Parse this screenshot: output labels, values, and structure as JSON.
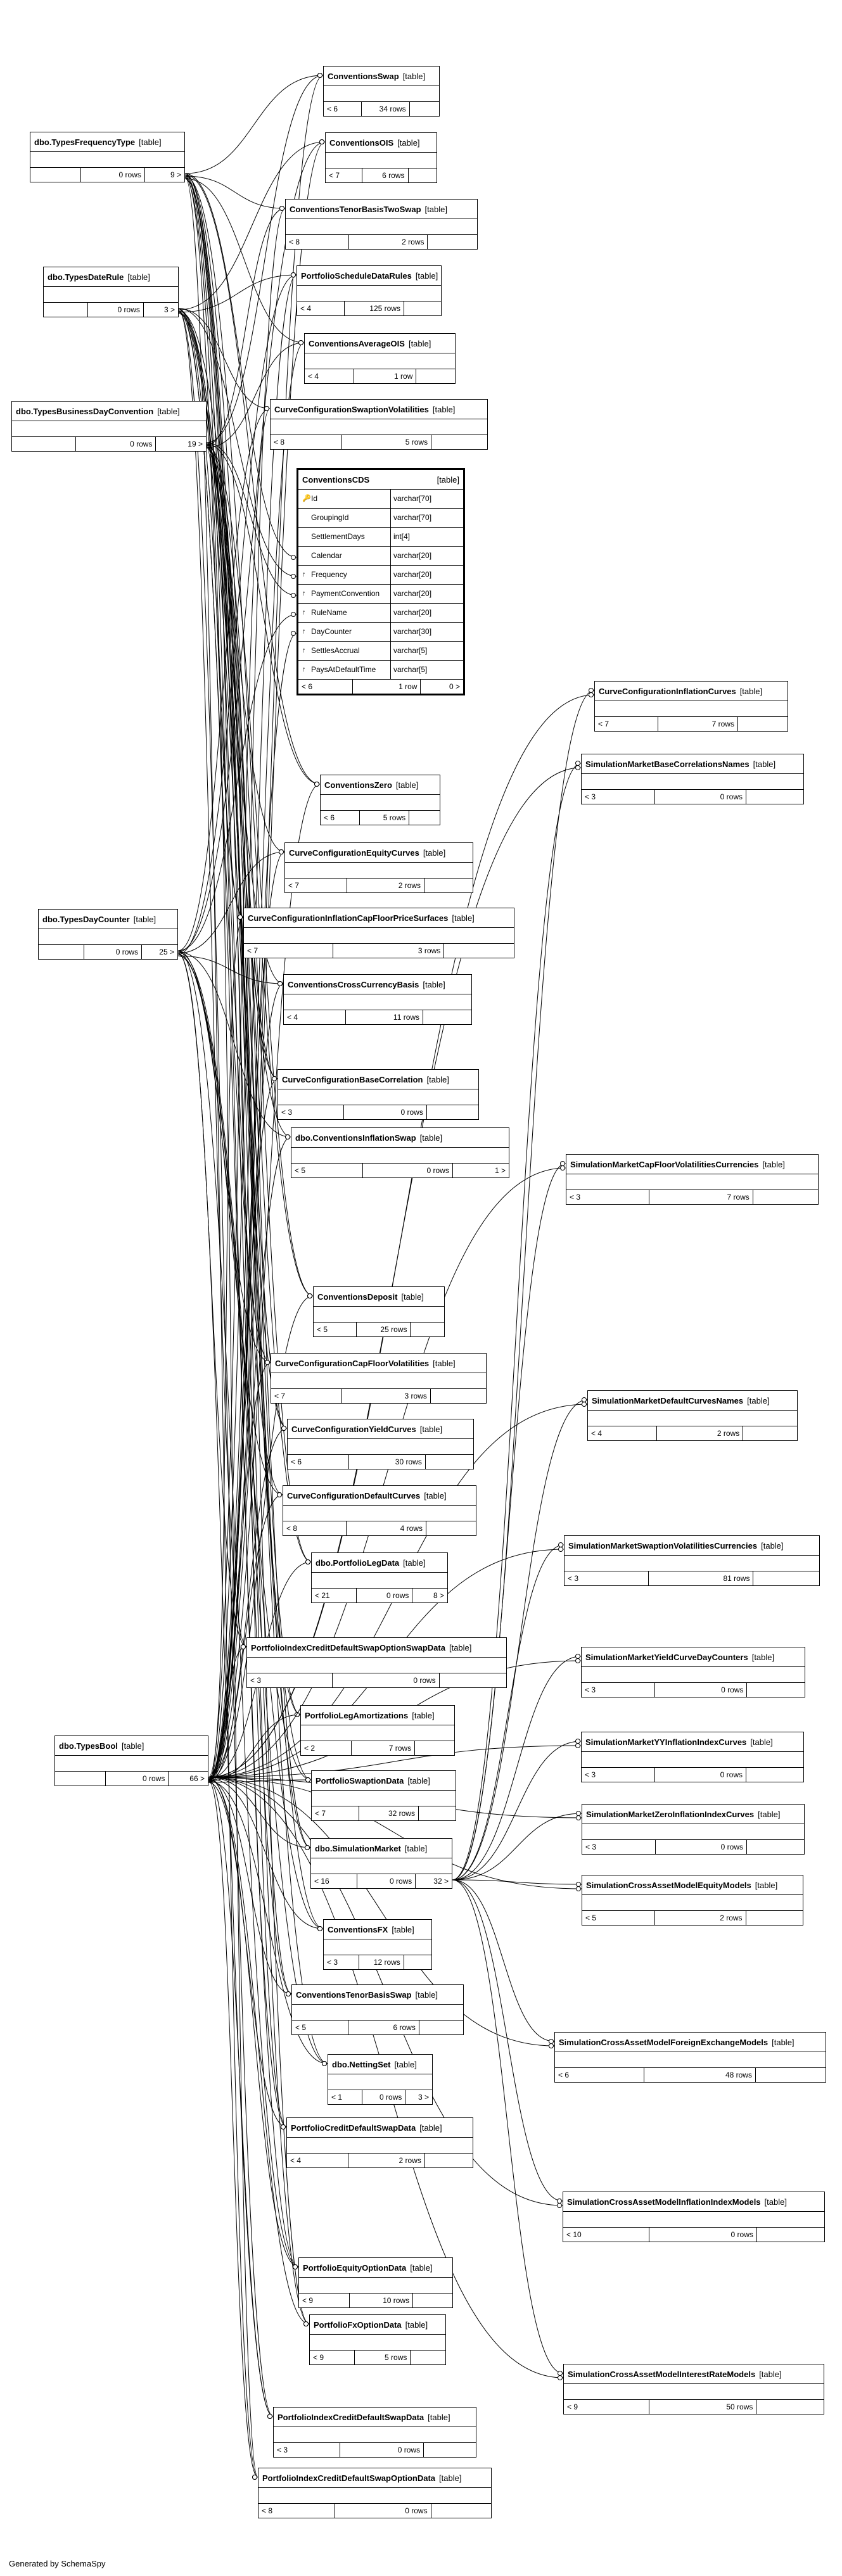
{
  "footer": "Generated by SchemaSpy",
  "tables": [
    {
      "name": "ConventionsSwap",
      "tag": "[table]",
      "foot": [
        "< 6",
        "34 rows",
        ""
      ]
    },
    {
      "name": "dbo.TypesFrequencyType",
      "tag": "[table]",
      "foot": [
        "",
        "0 rows",
        "9 >"
      ]
    },
    {
      "name": "ConventionsOIS",
      "tag": "[table]",
      "foot": [
        "< 7",
        "6 rows",
        ""
      ]
    },
    {
      "name": "ConventionsTenorBasisTwoSwap",
      "tag": "[table]",
      "foot": [
        "< 8",
        "2 rows",
        ""
      ]
    },
    {
      "name": "dbo.TypesDateRule",
      "tag": "[table]",
      "foot": [
        "",
        "0 rows",
        "3 >"
      ]
    },
    {
      "name": "PortfolioScheduleDataRules",
      "tag": "[table]",
      "foot": [
        "< 4",
        "125 rows",
        ""
      ]
    },
    {
      "name": "ConventionsAverageOIS",
      "tag": "[table]",
      "foot": [
        "< 4",
        "1 row",
        ""
      ]
    },
    {
      "name": "dbo.TypesBusinessDayConvention",
      "tag": "[table]",
      "foot": [
        "",
        "0 rows",
        "19 >"
      ]
    },
    {
      "name": "CurveConfigurationSwaptionVolatilities",
      "tag": "[table]",
      "foot": [
        "< 8",
        "5 rows",
        ""
      ]
    },
    {
      "name": "CurveConfigurationInflationCurves",
      "tag": "[table]",
      "foot": [
        "< 7",
        "7 rows",
        ""
      ]
    },
    {
      "name": "SimulationMarketBaseCorrelationsNames",
      "tag": "[table]",
      "foot": [
        "< 3",
        "0 rows",
        ""
      ]
    },
    {
      "name": "ConventionsZero",
      "tag": "[table]",
      "foot": [
        "< 6",
        "5 rows",
        ""
      ]
    },
    {
      "name": "CurveConfigurationEquityCurves",
      "tag": "[table]",
      "foot": [
        "< 7",
        "2 rows",
        ""
      ]
    },
    {
      "name": "dbo.TypesDayCounter",
      "tag": "[table]",
      "foot": [
        "",
        "0 rows",
        "25 >"
      ]
    },
    {
      "name": "CurveConfigurationInflationCapFloorPriceSurfaces",
      "tag": "[table]",
      "foot": [
        "< 7",
        "3 rows",
        ""
      ]
    },
    {
      "name": "ConventionsCrossCurrencyBasis",
      "tag": "[table]",
      "foot": [
        "< 4",
        "11 rows",
        ""
      ]
    },
    {
      "name": "CurveConfigurationBaseCorrelation",
      "tag": "[table]",
      "foot": [
        "< 3",
        "0 rows",
        ""
      ]
    },
    {
      "name": "dbo.ConventionsInflationSwap",
      "tag": "[table]",
      "foot": [
        "< 5",
        "0 rows",
        "1 >"
      ]
    },
    {
      "name": "SimulationMarketCapFloorVolatilitiesCurrencies",
      "tag": "[table]",
      "foot": [
        "< 3",
        "7 rows",
        ""
      ]
    },
    {
      "name": "ConventionsDeposit",
      "tag": "[table]",
      "foot": [
        "< 5",
        "25 rows",
        ""
      ]
    },
    {
      "name": "CurveConfigurationCapFloorVolatilities",
      "tag": "[table]",
      "foot": [
        "< 7",
        "3 rows",
        ""
      ]
    },
    {
      "name": "SimulationMarketDefaultCurvesNames",
      "tag": "[table]",
      "foot": [
        "< 4",
        "2 rows",
        ""
      ]
    },
    {
      "name": "CurveConfigurationYieldCurves",
      "tag": "[table]",
      "foot": [
        "< 6",
        "30 rows",
        ""
      ]
    },
    {
      "name": "CurveConfigurationDefaultCurves",
      "tag": "[table]",
      "foot": [
        "< 8",
        "4 rows",
        ""
      ]
    },
    {
      "name": "SimulationMarketSwaptionVolatilitiesCurrencies",
      "tag": "[table]",
      "foot": [
        "< 3",
        "81 rows",
        ""
      ]
    },
    {
      "name": "dbo.PortfolioLegData",
      "tag": "[table]",
      "foot": [
        "< 21",
        "0 rows",
        "8 >"
      ]
    },
    {
      "name": "PortfolioIndexCreditDefaultSwapOptionSwapData",
      "tag": "[table]",
      "foot": [
        "< 3",
        "0 rows",
        ""
      ]
    },
    {
      "name": "SimulationMarketYieldCurveDayCounters",
      "tag": "[table]",
      "foot": [
        "< 3",
        "0 rows",
        ""
      ]
    },
    {
      "name": "PortfolioLegAmortizations",
      "tag": "[table]",
      "foot": [
        "< 2",
        "7 rows",
        ""
      ]
    },
    {
      "name": "dbo.TypesBool",
      "tag": "[table]",
      "foot": [
        "",
        "0 rows",
        "66 >"
      ]
    },
    {
      "name": "SimulationMarketYYInflationIndexCurves",
      "tag": "[table]",
      "foot": [
        "< 3",
        "0 rows",
        ""
      ]
    },
    {
      "name": "PortfolioSwaptionData",
      "tag": "[table]",
      "foot": [
        "< 7",
        "32 rows",
        ""
      ]
    },
    {
      "name": "SimulationMarketZeroInflationIndexCurves",
      "tag": "[table]",
      "foot": [
        "< 3",
        "0 rows",
        ""
      ]
    },
    {
      "name": "dbo.SimulationMarket",
      "tag": "[table]",
      "foot": [
        "< 16",
        "0 rows",
        "32 >"
      ]
    },
    {
      "name": "SimulationCrossAssetModelEquityModels",
      "tag": "[table]",
      "foot": [
        "< 5",
        "2 rows",
        ""
      ]
    },
    {
      "name": "ConventionsFX",
      "tag": "[table]",
      "foot": [
        "< 3",
        "12 rows",
        ""
      ]
    },
    {
      "name": "ConventionsTenorBasisSwap",
      "tag": "[table]",
      "foot": [
        "< 5",
        "6 rows",
        ""
      ]
    },
    {
      "name": "SimulationCrossAssetModelForeignExchangeModels",
      "tag": "[table]",
      "foot": [
        "< 6",
        "48 rows",
        ""
      ]
    },
    {
      "name": "dbo.NettingSet",
      "tag": "[table]",
      "foot": [
        "< 1",
        "0 rows",
        "3 >"
      ]
    },
    {
      "name": "PortfolioCreditDefaultSwapData",
      "tag": "[table]",
      "foot": [
        "< 4",
        "2 rows",
        ""
      ]
    },
    {
      "name": "SimulationCrossAssetModelInflationIndexModels",
      "tag": "[table]",
      "foot": [
        "< 10",
        "0 rows",
        ""
      ]
    },
    {
      "name": "PortfolioEquityOptionData",
      "tag": "[table]",
      "foot": [
        "< 9",
        "10 rows",
        ""
      ]
    },
    {
      "name": "PortfolioFxOptionData",
      "tag": "[table]",
      "foot": [
        "< 9",
        "5 rows",
        ""
      ]
    },
    {
      "name": "SimulationCrossAssetModelInterestRateModels",
      "tag": "[table]",
      "foot": [
        "< 9",
        "50 rows",
        ""
      ]
    },
    {
      "name": "PortfolioIndexCreditDefaultSwapData",
      "tag": "[table]",
      "foot": [
        "< 3",
        "0 rows",
        ""
      ]
    },
    {
      "name": "PortfolioIndexCreditDefaultSwapOptionData",
      "tag": "[table]",
      "foot": [
        "< 8",
        "0 rows",
        ""
      ]
    }
  ],
  "focus": {
    "name": "ConventionsCDS",
    "tag": "[table]",
    "columns": [
      {
        "icon": "key",
        "name": "Id",
        "type": "varchar[70]"
      },
      {
        "icon": "",
        "name": "GroupingId",
        "type": "varchar[70]"
      },
      {
        "icon": "",
        "name": "SettlementDays",
        "type": "int[4]"
      },
      {
        "icon": "",
        "name": "Calendar",
        "type": "varchar[20]"
      },
      {
        "icon": "fk",
        "name": "Frequency",
        "type": "varchar[20]"
      },
      {
        "icon": "fk",
        "name": "PaymentConvention",
        "type": "varchar[20]"
      },
      {
        "icon": "fk",
        "name": "RuleName",
        "type": "varchar[20]"
      },
      {
        "icon": "fk",
        "name": "DayCounter",
        "type": "varchar[30]"
      },
      {
        "icon": "fk",
        "name": "SettlesAccrual",
        "type": "varchar[5]"
      },
      {
        "icon": "fk",
        "name": "PaysAtDefaultTime",
        "type": "varchar[5]"
      }
    ],
    "foot": [
      "< 6",
      "1 row",
      "0 >"
    ]
  }
}
